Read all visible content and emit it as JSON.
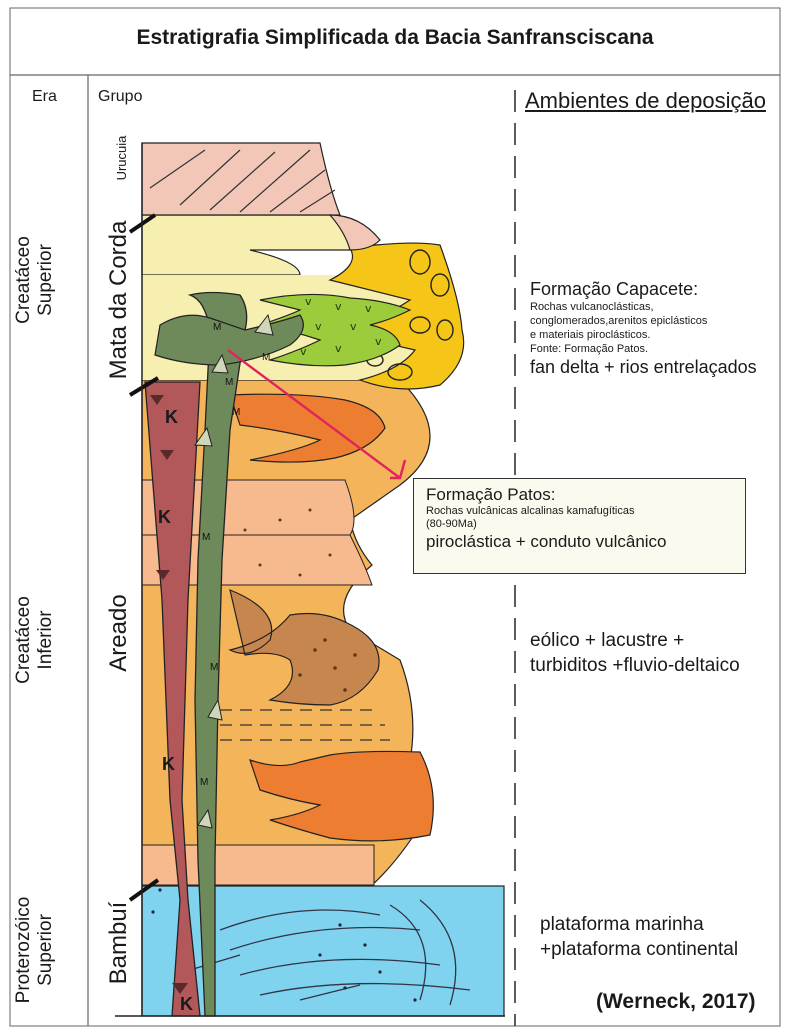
{
  "title": "Estratigrafia Simplificada da Bacia Sanfransciscana",
  "headers": {
    "era": "Era",
    "grupo": "Grupo",
    "ambientes": "Ambientes de deposição"
  },
  "eras": [
    {
      "line1": "Creatáceo",
      "line2": "Superior"
    },
    {
      "line1": "Creatáceo",
      "line2": "Inferior"
    },
    {
      "line1": "Proterozóico",
      "line2": "Superior"
    }
  ],
  "groups": [
    {
      "label": "Urucuia"
    },
    {
      "label": "Mata da Corda"
    },
    {
      "label": "Areado"
    },
    {
      "label": "Bambuí"
    }
  ],
  "environments": {
    "capacete": {
      "title": "Formação Capacete:",
      "lines": [
        "Rochas vulcanoclásticas,",
        "conglomerados,arenitos epiclásticos",
        "e materiais piroclásticos.",
        "Fonte: Formação Patos."
      ],
      "summary": "fan delta + rios entrelaçados"
    },
    "areado": {
      "line1": "eólico + lacustre +",
      "line2": "turbiditos +fluvio-deltaico"
    },
    "bambui": {
      "line1": "plataforma marinha",
      "line2": "+plataforma continental"
    }
  },
  "patos": {
    "title": "Formação Patos:",
    "line1": "Rochas vulcânicas alcalinas kamafugíticas",
    "line2": "(80-90Ma)",
    "summary": "piroclástica + conduto vulcânico"
  },
  "symbols": {
    "kamafugite": "K",
    "mata_corda": "M"
  },
  "citation": "(Werneck, 2017)",
  "colors": {
    "urucuia": "#f3c7b8",
    "mata_corda_pale": "#f7efb0",
    "capacete": "#f5c518",
    "green_light": "#9ccc3c",
    "conduit_green": "#6f8a5a",
    "kamafugite": "#b2575a",
    "orange_dark": "#ed7d31",
    "sand": "#f7b98e",
    "yellow_orange": "#f4b55a",
    "brown": "#c8864f",
    "bambui_blue": "#7fd3ee",
    "patos_arrow": "#e0245e"
  }
}
